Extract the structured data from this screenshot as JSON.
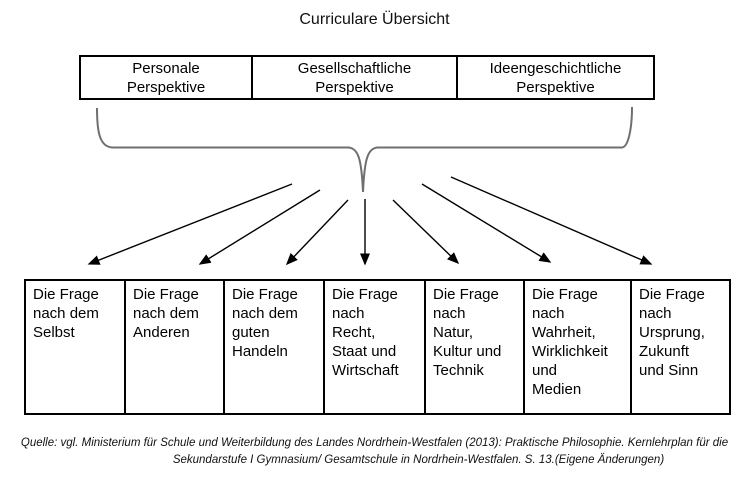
{
  "title": "Curriculare Übersicht",
  "top_row": {
    "items": [
      {
        "label": [
          "Personale",
          "Perspektive"
        ]
      },
      {
        "label": [
          "Gesellschaftliche",
          "Perspektive"
        ]
      },
      {
        "label": [
          "Ideengeschichtliche",
          "Perspektive"
        ]
      }
    ]
  },
  "questions": {
    "items": [
      {
        "label": [
          "Die Frage",
          "nach dem",
          "Selbst"
        ]
      },
      {
        "label": [
          "Die Frage",
          "nach dem",
          "Anderen"
        ]
      },
      {
        "label": [
          "Die Frage",
          "nach dem",
          "guten",
          "Handeln"
        ]
      },
      {
        "label": [
          "Die Frage",
          "nach",
          "Recht,",
          "Staat und",
          "Wirtschaft"
        ]
      },
      {
        "label": [
          "Die Frage",
          "nach",
          "Natur,",
          "Kultur und",
          "Technik"
        ]
      },
      {
        "label": [
          "Die Frage",
          "nach",
          "Wahrheit,",
          "Wirklichkeit",
          "und",
          "Medien"
        ]
      },
      {
        "label": [
          "Die Frage",
          "nach",
          "Ursprung,",
          "Zukunft",
          "und Sinn"
        ]
      }
    ]
  },
  "source": {
    "line1": "Quelle: vgl. Ministerium für Schule und Weiterbildung des Landes Nordrhein-Westfalen (2013): Praktische Philosophie. Kernlehrplan für die",
    "line2": "Sekundarstufe I Gymnasium/ Gesamtschule in Nordrhein-Westfalen. S. 13.(Eigene Änderungen)"
  },
  "colors": {
    "border": "#000000",
    "arrow": "#000000",
    "brace": "#6f6f6f"
  }
}
